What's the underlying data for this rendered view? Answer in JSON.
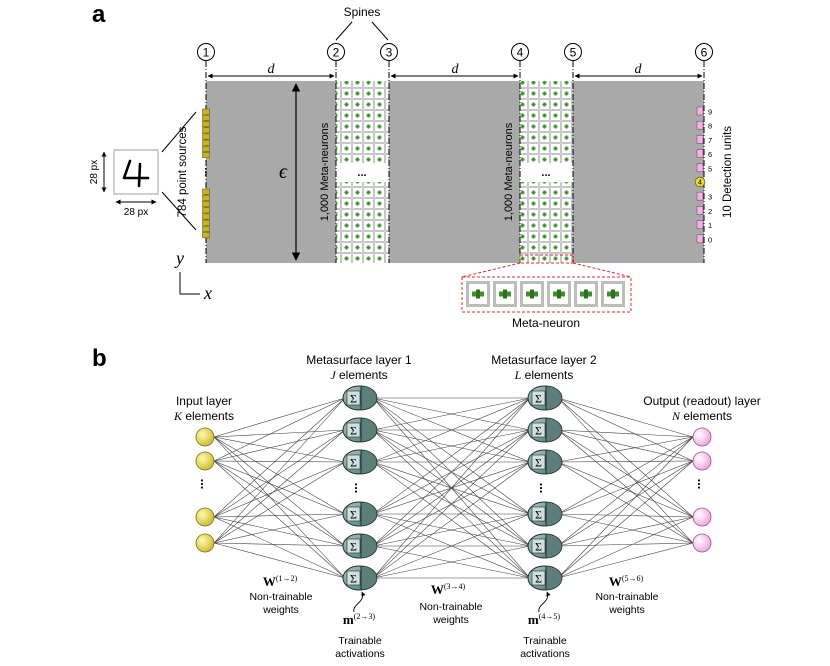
{
  "panel_a": {
    "label": "a",
    "spines_label": "Spines",
    "planes": [
      "1",
      "2",
      "3",
      "4",
      "5",
      "6"
    ],
    "distance_label": "d",
    "epsilon_label": "ϵ",
    "px_vertical": "28 px",
    "px_horizontal": "28 px",
    "point_sources_label": "784 point sources",
    "meta_neurons_label_1": "1,000 Meta-neurons",
    "meta_neurons_label_2": "1,000 Meta-neurons",
    "detection_units_label": "10 Detection units",
    "detection_digits": [
      "9",
      "8",
      "7",
      "6",
      "5",
      "4",
      "3",
      "2",
      "1",
      "0"
    ],
    "highlighted_digit": "4",
    "ellipsis": "...",
    "axis_y": "y",
    "axis_x": "x",
    "meta_neuron_label": "Meta-neuron",
    "colors": {
      "slab": "#a9a9a9",
      "source": "#c6b22a",
      "detector": "#f0b6e3",
      "green": "#3f8f2a",
      "callout": "#e0282d"
    }
  },
  "panel_b": {
    "label": "b",
    "input_title": "Input layer",
    "input_count": "K elements",
    "meta1_title": "Metasurface layer 1",
    "meta1_count": "J elements",
    "meta2_title": "Metasurface layer 2",
    "meta2_count": "L elements",
    "output_title": "Output (readout) layer",
    "output_count": "N elements",
    "sum_symbol": "Σ",
    "ellipsis": "...",
    "w12": "W",
    "w12_sup": "(1→2)",
    "w34": "W",
    "w34_sup": "(3→4)",
    "w56": "W",
    "w56_sup": "(5→6)",
    "non_trainable_1": "Non-trainable",
    "weights_1": "weights",
    "non_trainable_2": "Non-trainable",
    "weights_2": "weights",
    "non_trainable_3": "Non-trainable",
    "weights_3": "weights",
    "m23": "m",
    "m23_sup": "(2→3)",
    "m45": "m",
    "m45_sup": "(4→5)",
    "trainable_1": "Trainable",
    "activations_1": "activations",
    "trainable_2": "Trainable",
    "activations_2": "activations",
    "colors": {
      "input_node": "#e6de3c",
      "output_node": "#f8c8ec",
      "meta_node": "#7fa3a0"
    }
  }
}
